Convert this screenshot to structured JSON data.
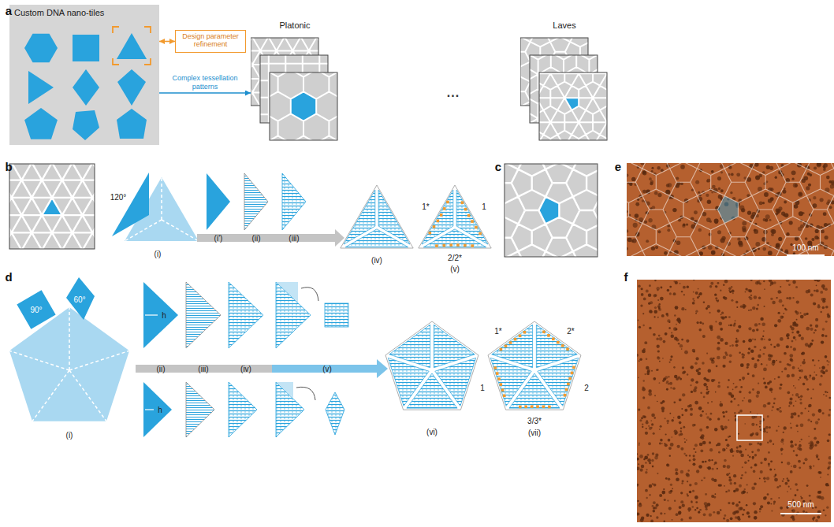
{
  "diagram": {
    "nodes": [
      {
        "text": [
          "Custom DNA nano-tiles"
        ]
      },
      {
        "text": [
          "Design parameter refinement"
        ]
      },
      {
        "text": [
          "Platonic"
        ]
      },
      {
        "text": [
          "Laves"
        ]
      }
    ],
    "edges": [
      {
        "from": 0,
        "to": 1,
        "arrow": "both"
      },
      {
        "from": 0,
        "to": 2,
        "label": "Complex tessellation patterns",
        "arrow": "to"
      }
    ],
    "labels": [
      "a",
      "...",
      "b",
      "120°",
      "(i)",
      "(i')",
      "(ii)",
      "(iii)",
      "(iv)",
      "1*",
      "1",
      "2/2*",
      "(v)",
      "c",
      "e",
      "100 nm",
      "d",
      "60°",
      "90°",
      "(i)",
      "h",
      "h",
      "(ii)",
      "(iii)",
      "(iv)",
      "(v)",
      "(vi)",
      "1*",
      "2*",
      "1",
      "2",
      "3/3*",
      "(vii)",
      "f",
      "500 nm"
    ]
  }
}
